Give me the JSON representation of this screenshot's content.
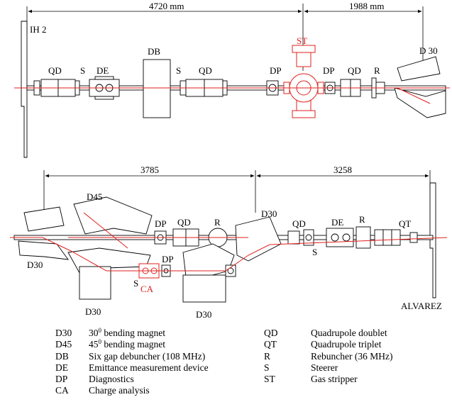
{
  "top_section": {
    "dimensions": [
      "4720 mm",
      "1988 mm"
    ],
    "labels": {
      "ih2": "IH 2",
      "qd1": "QD",
      "s1": "S",
      "de": "DE",
      "db": "DB",
      "s2": "S",
      "qd2": "QD",
      "st": "ST",
      "dp1": "DP",
      "dp2": "DP",
      "qd3": "QD",
      "r": "R",
      "d30": "D 30"
    }
  },
  "bottom_section": {
    "dimensions": [
      "3785",
      "3258"
    ],
    "labels": {
      "d45": "D45",
      "dp1": "DP",
      "qd1": "QD",
      "r1": "R",
      "d30_mid": "D30",
      "qd2": "QD",
      "de": "DE",
      "r2": "R",
      "qt": "QT",
      "d30_left": "D30",
      "s1": "S",
      "dp2": "DP",
      "ca": "CA",
      "s2": "S",
      "d30_bl": "D30",
      "d30_bm": "D30",
      "alvarez": "ALVAREZ"
    }
  },
  "legend": {
    "left": [
      {
        "code": "D30",
        "pre": "30",
        "sup": "0",
        "post": " bending magnet"
      },
      {
        "code": "D45",
        "pre": "45",
        "sup": "0",
        "post": " bending magnet"
      },
      {
        "code": "DB",
        "pre": "Six gap debuncher (108 MHz)",
        "sup": "",
        "post": ""
      },
      {
        "code": "DE",
        "pre": "Emittance measurement device",
        "sup": "",
        "post": ""
      },
      {
        "code": "DP",
        "pre": "Diagnostics",
        "sup": "",
        "post": ""
      },
      {
        "code": "CA",
        "pre": "Charge analysis",
        "sup": "",
        "post": ""
      }
    ],
    "right": [
      {
        "code": "QD",
        "pre": "Quadrupole doublet",
        "sup": "",
        "post": ""
      },
      {
        "code": "QT",
        "pre": "Quadrupole triplet",
        "sup": "",
        "post": ""
      },
      {
        "code": "R",
        "pre": "Rebuncher (36 MHz)",
        "sup": "",
        "post": ""
      },
      {
        "code": "S",
        "pre": "Steerer",
        "sup": "",
        "post": ""
      },
      {
        "code": "ST",
        "pre": "Gas stripper",
        "sup": "",
        "post": ""
      }
    ]
  },
  "colors": {
    "beam": "#e0201c",
    "line": "#000000",
    "highlight": "#e0201c"
  }
}
